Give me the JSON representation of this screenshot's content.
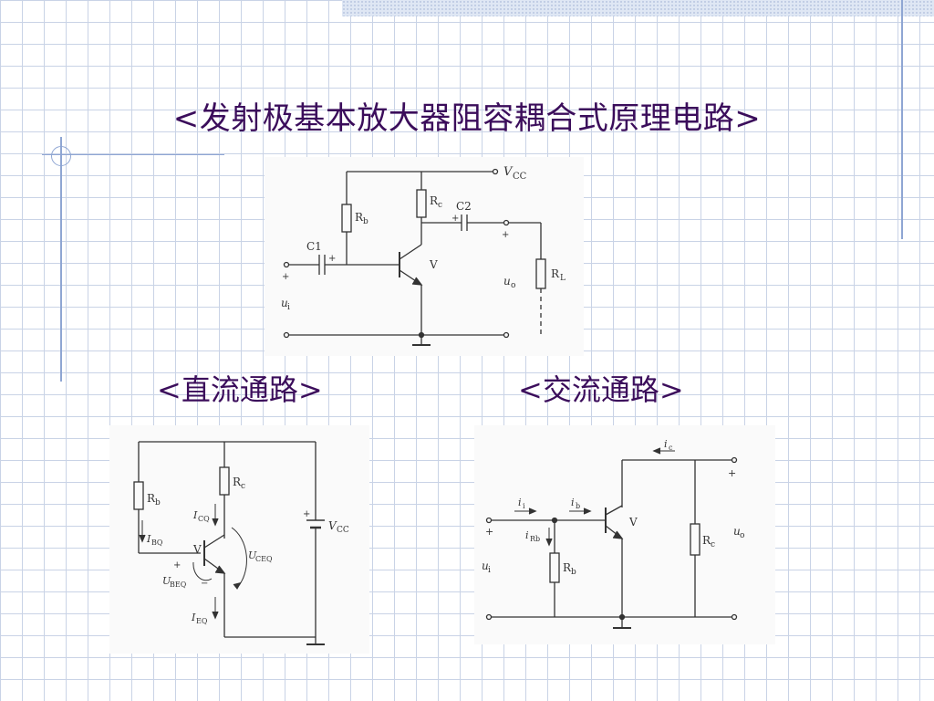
{
  "slide": {
    "title": "<发射极基本放大器阻容耦合式原理电路>",
    "dc_label": "<直流通路>",
    "ac_label": "<交流通路>"
  },
  "circuit_main": {
    "vcc": "V",
    "vcc_sub": "CC",
    "rb": "R",
    "rb_sub": "b",
    "rc": "R",
    "rc_sub": "c",
    "c1": "C1",
    "c2": "C2",
    "transistor": "V",
    "rl": "R",
    "rl_sub": "L",
    "ui": "u",
    "ui_sub": "i",
    "uo": "u",
    "uo_sub": "o",
    "plus": "+"
  },
  "circuit_dc": {
    "rb": "R",
    "rb_sub": "b",
    "rc": "R",
    "rc_sub": "c",
    "icq": "I",
    "icq_sub": "CQ",
    "ibq": "I",
    "ibq_sub": "BQ",
    "ieq": "I",
    "ieq_sub": "EQ",
    "uceq": "U",
    "uceq_sub": "CEQ",
    "ubeq": "U",
    "ubeq_sub": "BEQ",
    "transistor": "V",
    "vcc": "V",
    "vcc_sub": "CC",
    "plus": "+",
    "minus": "−"
  },
  "circuit_ac": {
    "ic": "i",
    "ic_sub": "c",
    "ii": "i",
    "ii_sub": "i",
    "ib": "i",
    "ib_sub": "b",
    "irb": "i",
    "irb_sub": "Rb",
    "transistor": "V",
    "rb": "R",
    "rb_sub": "b",
    "rc": "R",
    "rc_sub": "c",
    "ui": "u",
    "ui_sub": "i",
    "uo": "u",
    "uo_sub": "o",
    "plus": "+"
  }
}
